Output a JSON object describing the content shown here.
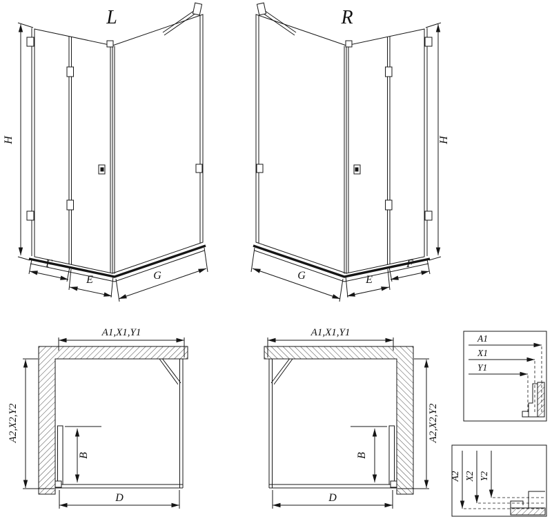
{
  "page": {
    "background": "#ffffff",
    "ink": "#161616"
  },
  "iso_left": {
    "label": "L",
    "dim_h": "H",
    "dim_f": "F",
    "dim_e": "E",
    "dim_g": "G"
  },
  "iso_right": {
    "label": "R",
    "dim_h": "H",
    "dim_f": "F",
    "dim_e": "E",
    "dim_g": "G"
  },
  "plan_left": {
    "dim_width": "A1,X1,Y1",
    "dim_depth": "A2,X2,Y2",
    "dim_door": "B",
    "dim_base": "D"
  },
  "plan_right": {
    "dim_width": "A1,X1,Y1",
    "dim_depth": "A2,X2,Y2",
    "dim_door": "B",
    "dim_base": "D"
  },
  "detail_h": {
    "labels": [
      "A1",
      "X1",
      "Y1"
    ]
  },
  "detail_v": {
    "labels": [
      "A2",
      "X2",
      "Y2"
    ]
  }
}
